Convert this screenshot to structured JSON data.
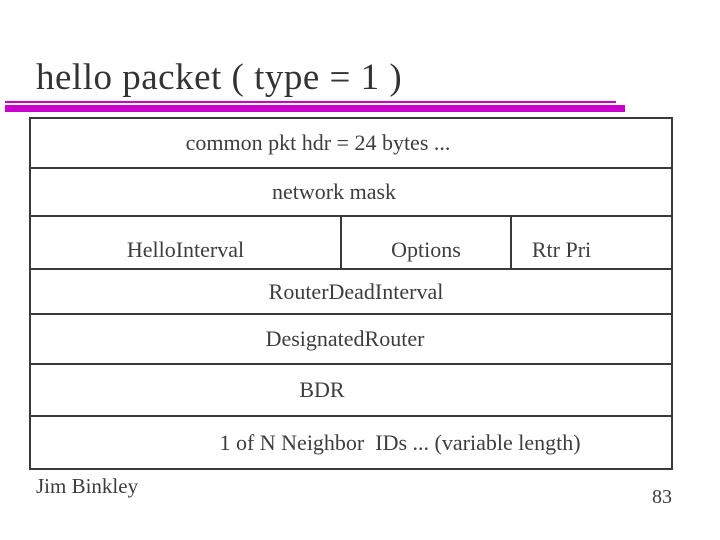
{
  "slide": {
    "title": "hello packet ( type = 1 )",
    "footer_author": "Jim Binkley",
    "page_number": "83"
  },
  "colors": {
    "accent": "#cc00cc",
    "line": "#3a3a3a",
    "text": "#333333",
    "bg": "#ffffff"
  },
  "packet_table": {
    "rows": [
      {
        "label": "common pkt hdr = 24 bytes ..."
      },
      {
        "label": "network mask"
      },
      {
        "cells": [
          {
            "label": "HelloInterval"
          },
          {
            "label": "Options"
          },
          {
            "label": "Rtr Pri"
          }
        ]
      },
      {
        "label": "RouterDeadInterval"
      },
      {
        "label": "DesignatedRouter"
      },
      {
        "label": "BDR"
      },
      {
        "label": "1 of N Neighbor  IDs ... (variable length)"
      }
    ]
  }
}
